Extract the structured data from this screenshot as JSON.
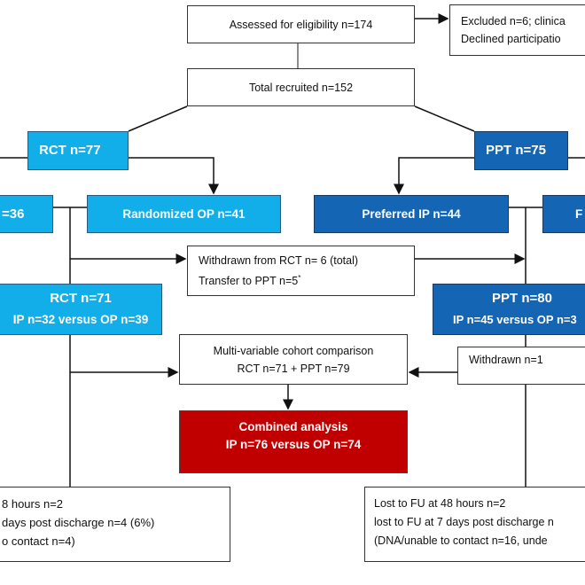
{
  "colors": {
    "rct": "#12aeea",
    "ppt": "#1565b5",
    "combined": "#c00000"
  },
  "assessed": "Assessed for eligibility n=174",
  "excluded": [
    "Excluded n=6; clinica",
    "Declined participatio"
  ],
  "total": "Total recruited n=152",
  "rct77": "RCT n=77",
  "ppt75": "PPT n=75",
  "rand_ip": "=36",
  "rand_op": "Randomized OP n=41",
  "pref_ip": "Preferred IP n=44",
  "pref_op": "F",
  "withdrawn_rct": {
    "line1": "Withdrawn from RCT n= 6 (total)",
    "line2": "Transfer to PPT n=5",
    "mark": "*"
  },
  "rct71": {
    "title": "RCT n=71",
    "sub": "IP n=32 versus OP n=39"
  },
  "ppt80": {
    "title": "PPT n=80",
    "sub": "IP n=45 versus OP n=3"
  },
  "multi": {
    "line1": "Multi-variable cohort comparison",
    "line2": "RCT n=71 + PPT n=79"
  },
  "withdrawn1": "Withdrawn n=1",
  "combined": {
    "line1": "Combined analysis",
    "line2": "IP n=76 versus OP n=74"
  },
  "lost_left": [
    "8 hours n=2",
    "days post discharge n=4 (6%)",
    "o contact n=4)"
  ],
  "lost_right": [
    "Lost to FU at 48 hours n=2",
    "lost to FU at 7 days post discharge n",
    "(DNA/unable to contact n=16, unde"
  ]
}
